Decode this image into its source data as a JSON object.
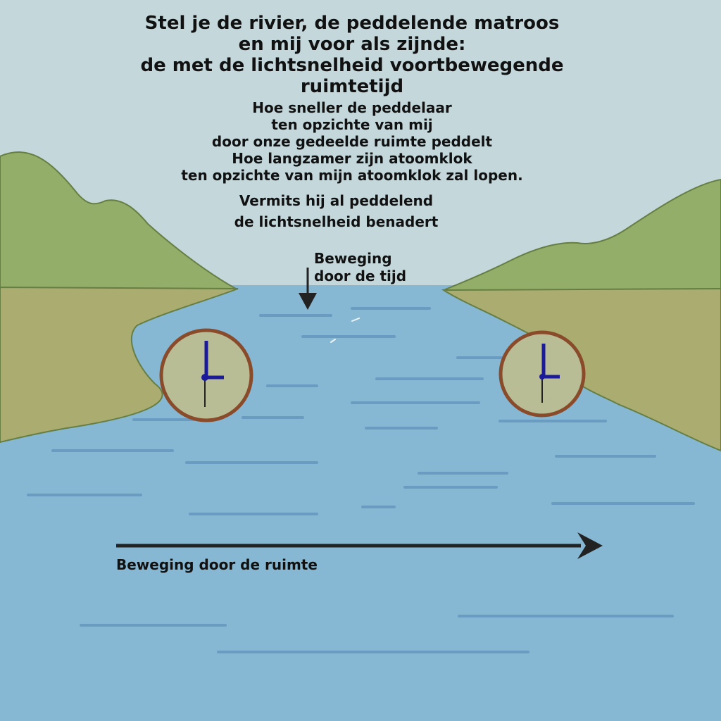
{
  "title_lines": [
    "Stel je de rivier, de peddelende matroos",
    "en mij voor als zijnde:",
    "de met de lichtsnelheid voortbewegende",
    "ruimtetijd"
  ],
  "body_lines": [
    "Hoe sneller de peddelaar",
    "ten opzichte van mij",
    "door onze gedeelde ruimte peddelt",
    "Hoe langzamer zijn atoomklok",
    "ten opzichte van mijn atoomklok zal lopen."
  ],
  "approach_lines": [
    "Vermits hij al peddelend",
    "de lichtsnelheid benadert"
  ],
  "time_label_lines": [
    "Beweging",
    "door de tijd"
  ],
  "space_label": "Beweging door de ruimte",
  "colors": {
    "sky": "#c4d8dc",
    "water": "#86b8d3",
    "hills": "#93ae69",
    "bank": "#abad70",
    "clock_face": "#b8bd96",
    "clock_rim": "#8a4b2a",
    "clock_hands": "#1a1a9a",
    "arrow": "#222222"
  }
}
